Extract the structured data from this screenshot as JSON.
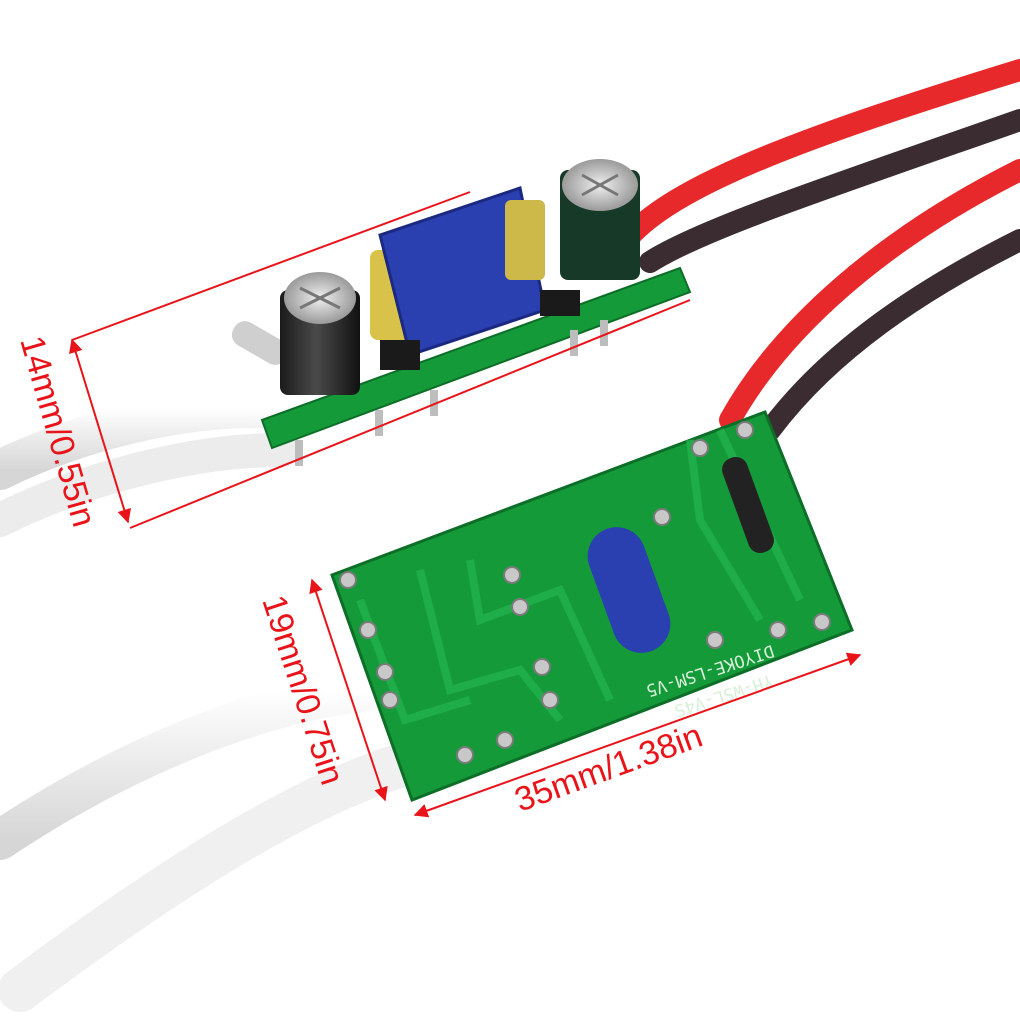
{
  "photo": {
    "subject": "LED driver circuit boards with wires and dimension markings",
    "dimensions": {
      "length": "14mm/0.55in",
      "height": "19mm/0.75in",
      "width": "35mm/1.38in"
    },
    "board_markings": [
      "YH-WSL-V4S",
      "DIYOKE-LSM-V5"
    ],
    "colors": {
      "dimension_lines": "#e8141a",
      "pcb_green": "#159a3a",
      "wire_red": "#e8292c",
      "wire_black": "#3a2c30",
      "wire_white": "#f2f2f2",
      "transformer_blue": "#2a3fb0",
      "transformer_coil": "#d8c24a"
    }
  }
}
